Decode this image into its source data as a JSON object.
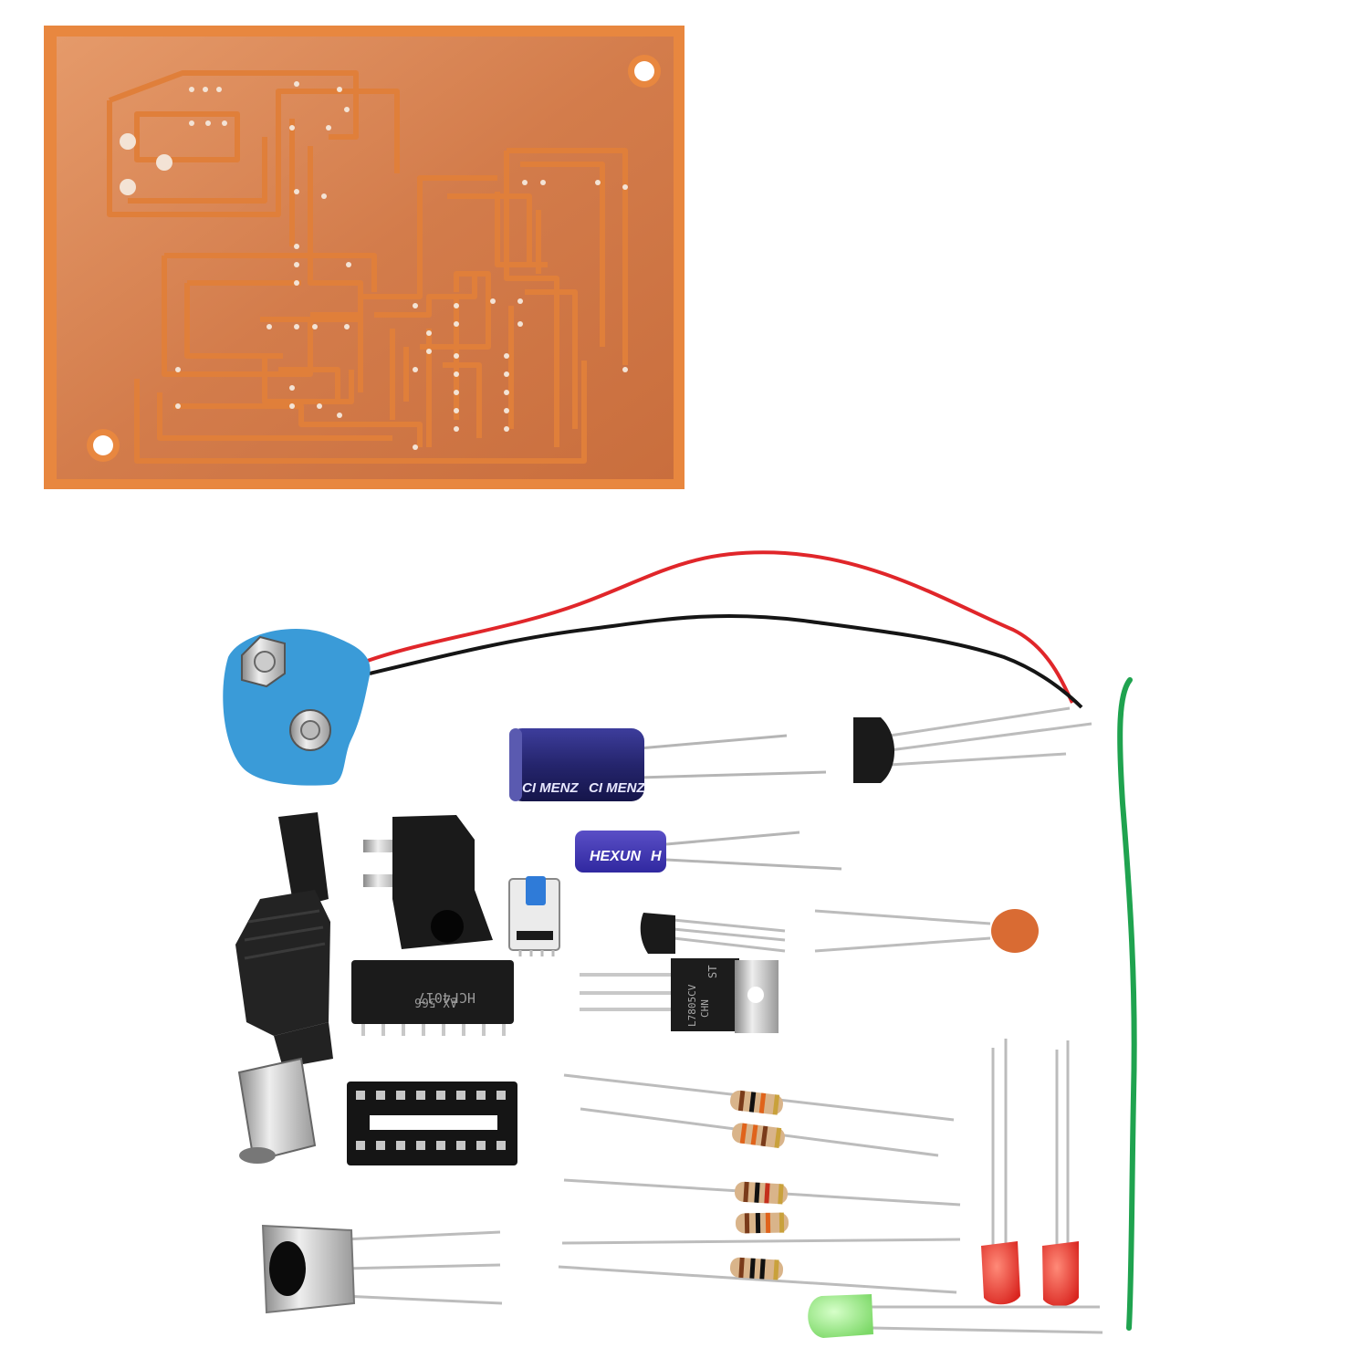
{
  "components": {
    "large_capacitor": {
      "brand_a": "CI MENZ",
      "brand_b": "CI MENZ"
    },
    "small_capacitor": {
      "brand_a": "HEXUN",
      "brand_b": "H"
    },
    "ic_chip": {
      "line1": "HCF4017",
      "line2": "AX 566"
    },
    "regulator": {
      "line1": "L7805CV",
      "line2": "CHN",
      "logo": "ST"
    }
  },
  "colors": {
    "copper": "#d9824f",
    "board_edge": "#e8873f",
    "wire_red": "#e0262a",
    "wire_black": "#151515",
    "wire_green": "#1fa34f",
    "battery_clip": "#3a9bd8",
    "cap_body": "#2c2c7a",
    "led_red": "#e8342e",
    "led_green": "#8fe37a"
  }
}
